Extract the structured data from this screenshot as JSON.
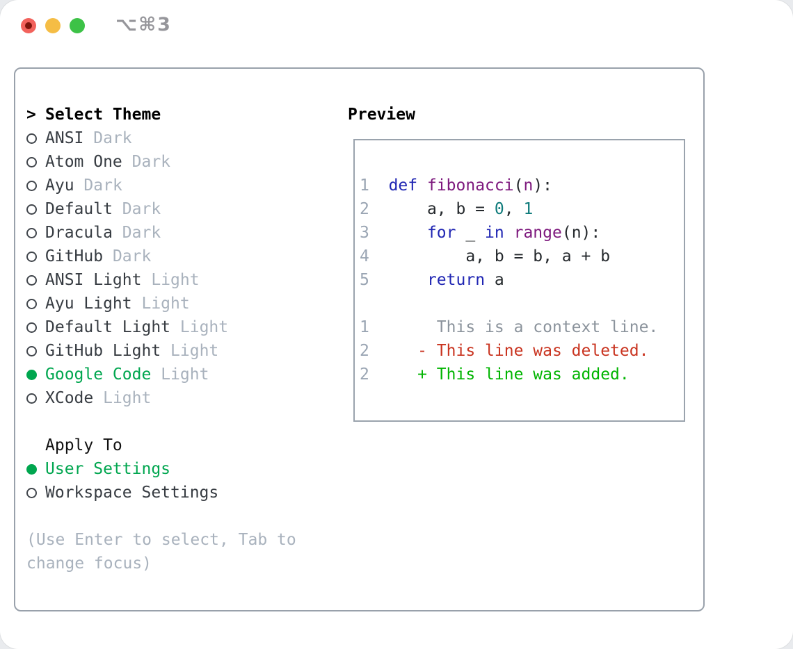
{
  "window": {
    "title": "⌥⌘3"
  },
  "theme_selector": {
    "prompt": ">",
    "title": "Select Theme",
    "themes": [
      {
        "name": "ANSI",
        "variant": "Dark",
        "selected": false
      },
      {
        "name": "Atom One",
        "variant": "Dark",
        "selected": false
      },
      {
        "name": "Ayu",
        "variant": "Dark",
        "selected": false
      },
      {
        "name": "Default",
        "variant": "Dark",
        "selected": false
      },
      {
        "name": "Dracula",
        "variant": "Dark",
        "selected": false
      },
      {
        "name": "GitHub",
        "variant": "Dark",
        "selected": false
      },
      {
        "name": "ANSI Light",
        "variant": "Light",
        "selected": false
      },
      {
        "name": "Ayu Light",
        "variant": "Light",
        "selected": false
      },
      {
        "name": "Default Light",
        "variant": "Light",
        "selected": false
      },
      {
        "name": "GitHub Light",
        "variant": "Light",
        "selected": false
      },
      {
        "name": "Google Code",
        "variant": "Light",
        "selected": true
      },
      {
        "name": "XCode",
        "variant": "Light",
        "selected": false
      }
    ]
  },
  "apply_to": {
    "title": "Apply To",
    "options": [
      {
        "label": "User Settings",
        "selected": true
      },
      {
        "label": "Workspace Settings",
        "selected": false
      }
    ]
  },
  "hint": {
    "line1": "(Use Enter to select, Tab to",
    "line2": "change focus)"
  },
  "preview": {
    "title": "Preview",
    "code_lines": [
      {
        "ln": "1",
        "kind": "code",
        "segs": [
          {
            "t": "def",
            "c": "kw"
          },
          {
            "t": " "
          },
          {
            "t": "fibonacci",
            "c": "fn"
          },
          {
            "t": "("
          },
          {
            "t": "n",
            "c": "fn"
          },
          {
            "t": "):"
          }
        ]
      },
      {
        "ln": "2",
        "kind": "code",
        "segs": [
          {
            "t": "    a, b = "
          },
          {
            "t": "0",
            "c": "num"
          },
          {
            "t": ", "
          },
          {
            "t": "1",
            "c": "num"
          }
        ]
      },
      {
        "ln": "3",
        "kind": "code",
        "segs": [
          {
            "t": "    "
          },
          {
            "t": "for",
            "c": "kw"
          },
          {
            "t": " _ "
          },
          {
            "t": "in",
            "c": "kw"
          },
          {
            "t": " "
          },
          {
            "t": "range",
            "c": "fn"
          },
          {
            "t": "(n):"
          }
        ]
      },
      {
        "ln": "4",
        "kind": "code",
        "segs": [
          {
            "t": "        a, b = b, a + b"
          }
        ]
      },
      {
        "ln": "5",
        "kind": "code",
        "segs": [
          {
            "t": "    "
          },
          {
            "t": "return",
            "c": "kw"
          },
          {
            "t": " a"
          }
        ]
      },
      {
        "ln": "",
        "kind": "blank",
        "segs": []
      },
      {
        "ln": "1",
        "kind": "diff-context",
        "segs": [
          {
            "t": "     This is a context line.",
            "c": "ctx"
          }
        ]
      },
      {
        "ln": "2",
        "kind": "diff-deleted",
        "segs": [
          {
            "t": "   - This line was deleted.",
            "c": "del"
          }
        ]
      },
      {
        "ln": "2",
        "kind": "diff-added",
        "segs": [
          {
            "t": "   + This line was added.",
            "c": "add"
          }
        ]
      }
    ]
  },
  "colors": {
    "accent_green": "#00a64f",
    "muted_gray": "#a9b2bd",
    "item_text": "#373c42",
    "keyword_blue": "#2026b3",
    "function_purple": "#7d187d",
    "number_teal": "#0f7b7b",
    "line_number_gray": "#9aa5b3",
    "diff_context_gray": "#8b939c",
    "diff_deleted_red": "#c93420",
    "diff_added_green": "#00b400",
    "panel_border": "#99a1ab",
    "traffic_red": "#f2625c",
    "traffic_yellow": "#f5bd45",
    "traffic_green": "#3dc247"
  }
}
